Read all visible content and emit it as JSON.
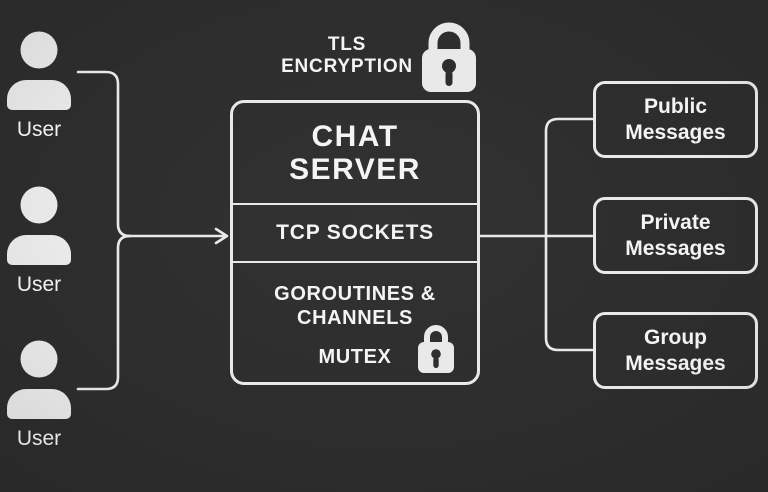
{
  "colors": {
    "background": "#2d2d2d",
    "line": "#e9e9e9",
    "text": "#f4f4f4"
  },
  "users": [
    {
      "label": "User"
    },
    {
      "label": "User"
    },
    {
      "label": "User"
    }
  ],
  "tls": {
    "line1": "TLS",
    "line2": "ENCRYPTION"
  },
  "server": {
    "title": {
      "line1": "CHAT",
      "line2": "SERVER"
    },
    "transport": "TCP SOCKETS",
    "concurrency": {
      "line1": "GOROUTINES &",
      "line2": "CHANNELS",
      "line3": "MUTEX"
    }
  },
  "message_types": [
    {
      "line1": "Public",
      "line2": "Messages"
    },
    {
      "line1": "Private",
      "line2": "Messages"
    },
    {
      "line1": "Group",
      "line2": "Messages"
    }
  ]
}
